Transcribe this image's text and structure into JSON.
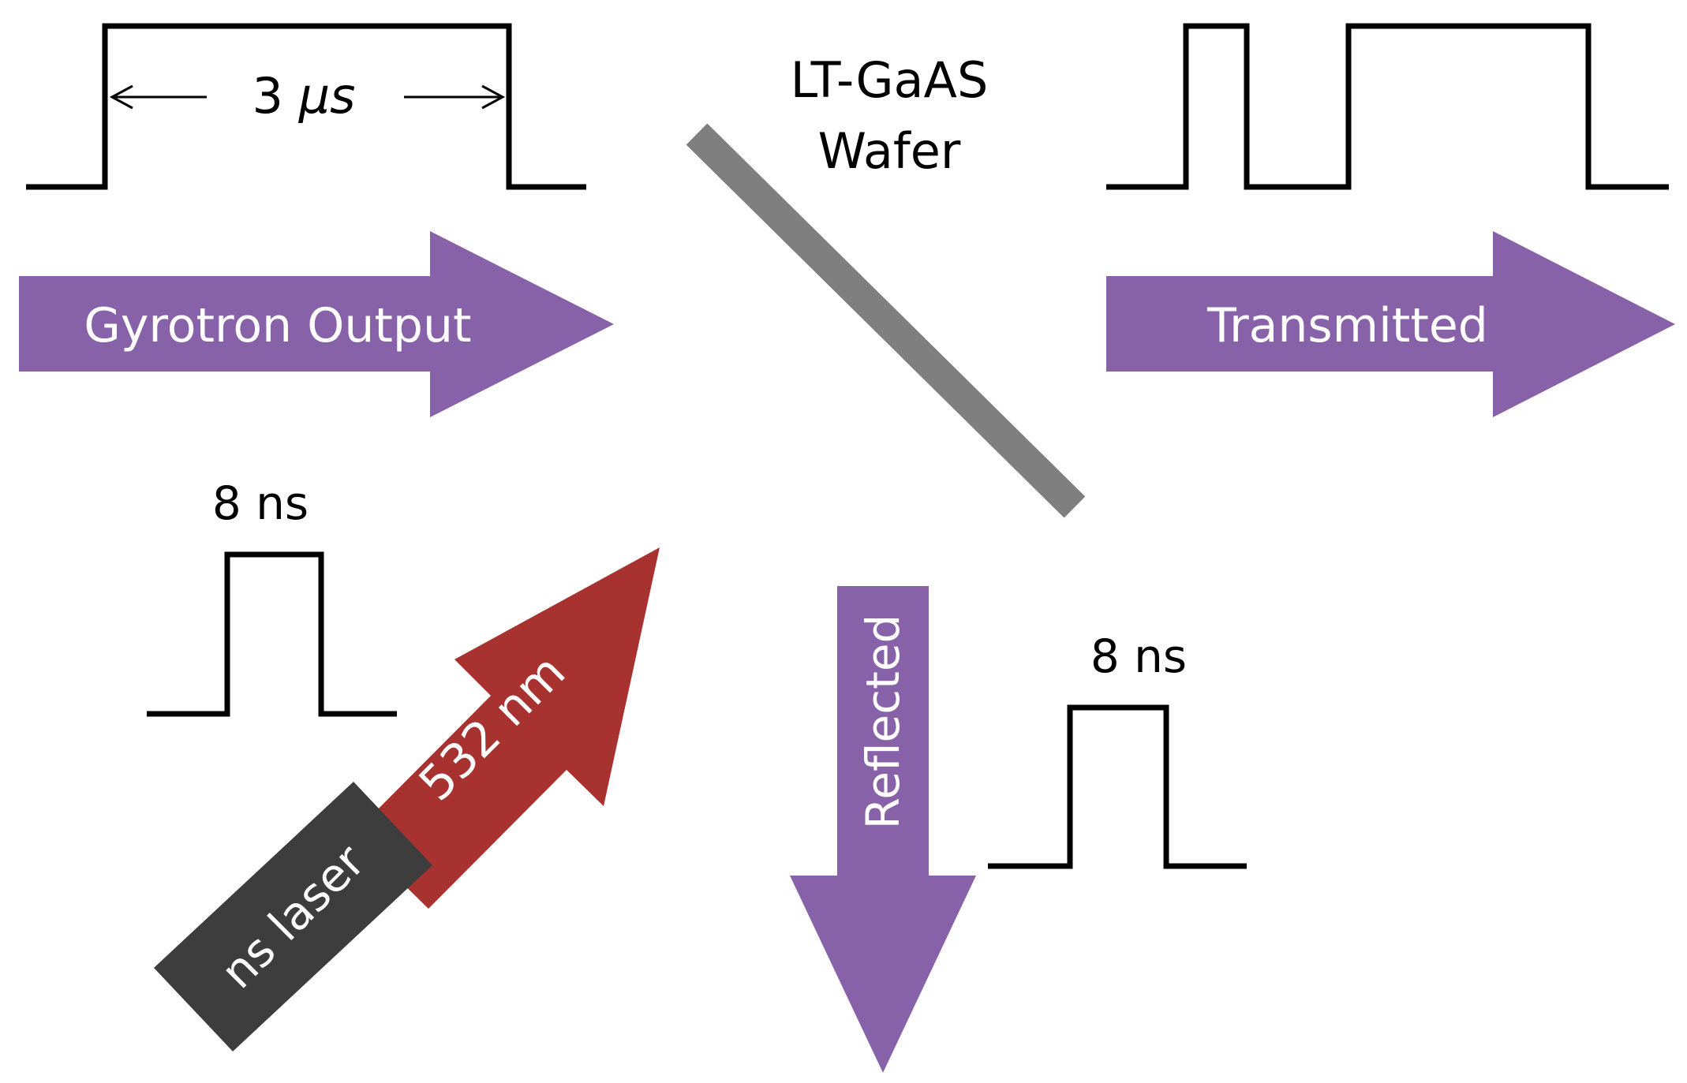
{
  "labels": {
    "wafer_line1": "LT-GaAS",
    "wafer_line2": "Wafer",
    "gyrotron_pulse_width_num": "3 ",
    "gyrotron_pulse_width_unit": "μs",
    "gyrotron_output": "Gyrotron Output",
    "transmitted": "Transmitted",
    "reflected": "Reflected",
    "laser_pulse_width": "8 ns",
    "reflected_pulse_width": "8 ns",
    "wavelength": "532 nm",
    "laser": "ns laser"
  },
  "colors": {
    "beam_arrow": "#8862a8",
    "laser_arrow": "#a8322f",
    "laser_body": "#3d3d3d",
    "wafer": "#7f7f7f",
    "waveform": "#000000",
    "arrow_text": "#ffffff",
    "label_text": "#000000"
  }
}
